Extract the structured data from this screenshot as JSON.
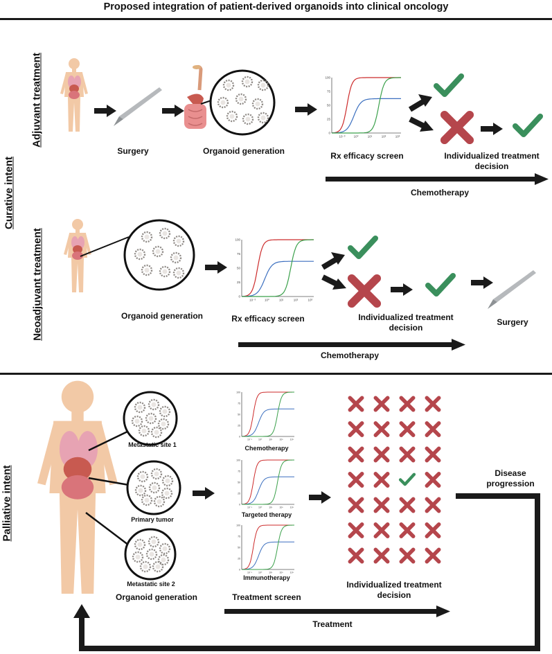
{
  "title": "Proposed integration of patient-derived organoids into clinical oncology",
  "sections": {
    "curative": "Curative intent",
    "adjuvant": "Adjuvant treatment",
    "neoadjuvant": "Neoadjuvant treatment",
    "palliative": "Palliative intent"
  },
  "adjuvant_row": {
    "surgery": "Surgery",
    "organoid_generation": "Organoid generation",
    "rx_screen": "Rx efficacy screen",
    "decision_line1": "Individualized treatment",
    "decision_line2": "decision",
    "chemotherapy": "Chemotherapy"
  },
  "neoadjuvant_row": {
    "organoid_generation": "Organoid generation",
    "rx_screen": "Rx efficacy screen",
    "decision_line1": "Individualized treatment",
    "decision_line2": "decision",
    "surgery": "Surgery",
    "chemotherapy": "Chemotherapy"
  },
  "palliative_row": {
    "metastatic_site_1": "Metastatic site 1",
    "primary_tumor": "Primary tumor",
    "metastatic_site_2": "Metastatic site 2",
    "organoid_generation": "Organoid generation",
    "screen_chemo": "Chemotherapy",
    "screen_targeted": "Targeted therapy",
    "screen_immuno": "Immunotherapy",
    "treatment_screen": "Treatment screen",
    "decision_line1": "Individualized treatment",
    "decision_line2": "decision",
    "disease_progression_line1": "Disease",
    "disease_progression_line2": "progression",
    "treatment": "Treatment"
  },
  "chart_axis": {
    "y_ticks": [
      "0",
      "25",
      "50",
      "75",
      "100"
    ],
    "x_ticks": [
      "10⁻³",
      "10⁰",
      "10¹",
      "10²",
      "10³"
    ]
  },
  "colors": {
    "check": "#3a8f5c",
    "cross": "#b5464c",
    "curve_red": "#cc2a2a",
    "curve_blue": "#3b6fbf",
    "curve_green": "#3aa04a",
    "skin": "#f2c9a6",
    "organ": "#d9747a"
  },
  "icons": [
    "human-body-icon",
    "scalpel-icon",
    "digestive-organs-icon",
    "organoid-dish-icon",
    "check-icon",
    "cross-icon",
    "arrow-icon"
  ]
}
